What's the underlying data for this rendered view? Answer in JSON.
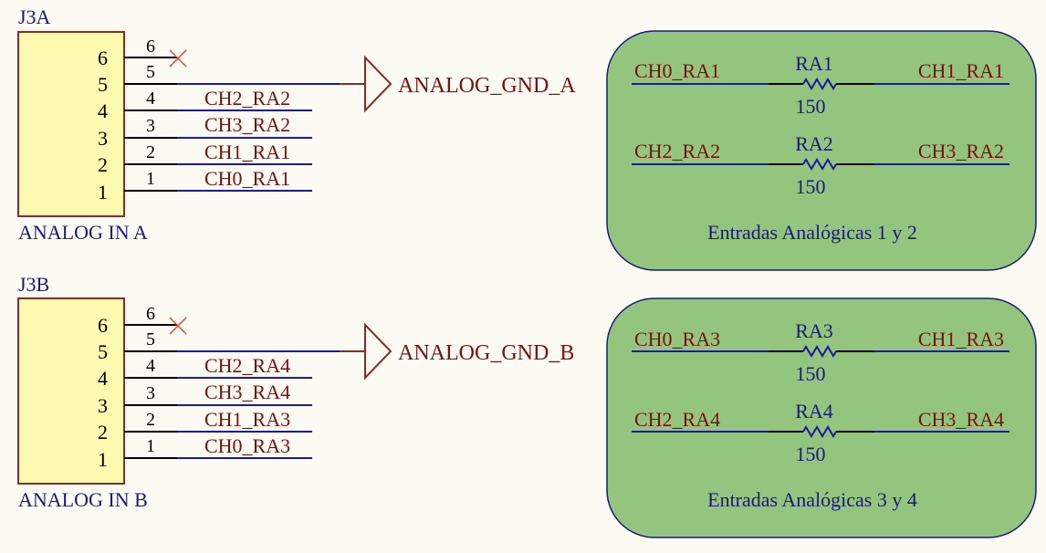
{
  "colors": {
    "background": "#fcfbf3",
    "connector_fill": "#fcf9b0",
    "wire_blue": "#1a1a9a",
    "net_label": "#7a1010",
    "designator": "#1a1a7a",
    "panel_fill": "#94c57e",
    "no_connect": "#e0443a"
  },
  "connector_a": {
    "designator": "J3A",
    "name": "ANALOG IN A",
    "pin_numbers_inside": [
      "6",
      "5",
      "4",
      "3",
      "2",
      "1"
    ],
    "pin_numbers_outside": [
      "6",
      "5",
      "4",
      "3",
      "2",
      "1"
    ],
    "net_labels": [
      "CH2_RA2",
      "CH3_RA2",
      "CH1_RA1",
      "CH0_RA1"
    ],
    "gnd_port": "ANALOG_GND_A"
  },
  "connector_b": {
    "designator": "J3B",
    "name": "ANALOG IN B",
    "pin_numbers_inside": [
      "6",
      "5",
      "4",
      "3",
      "2",
      "1"
    ],
    "pin_numbers_outside": [
      "6",
      "5",
      "4",
      "3",
      "2",
      "1"
    ],
    "net_labels": [
      "CH2_RA4",
      "CH3_RA4",
      "CH1_RA3",
      "CH0_RA3"
    ],
    "gnd_port": "ANALOG_GND_B"
  },
  "panel_1": {
    "title": "Entradas Analógicas 1 y 2",
    "rows": [
      {
        "left": "CH0_RA1",
        "ref": "RA1",
        "value": "150",
        "right": "CH1_RA1"
      },
      {
        "left": "CH2_RA2",
        "ref": "RA2",
        "value": "150",
        "right": "CH3_RA2"
      }
    ]
  },
  "panel_2": {
    "title": "Entradas Analógicas 3 y 4",
    "rows": [
      {
        "left": "CH0_RA3",
        "ref": "RA3",
        "value": "150",
        "right": "CH1_RA3"
      },
      {
        "left": "CH2_RA4",
        "ref": "RA4",
        "value": "150",
        "right": "CH3_RA4"
      }
    ]
  }
}
